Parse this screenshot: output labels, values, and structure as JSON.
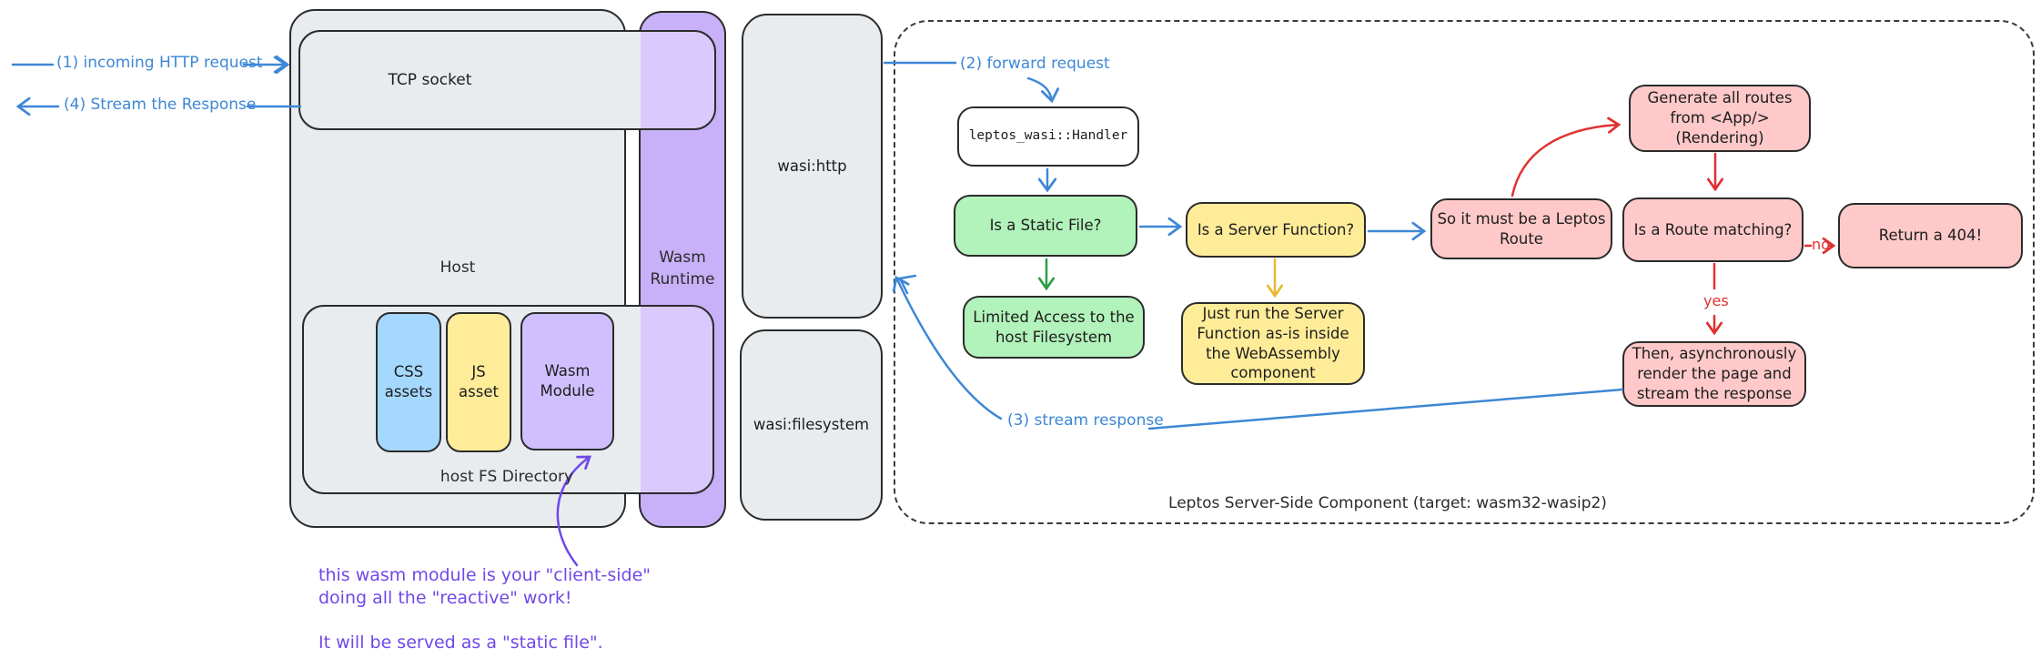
{
  "host": {
    "title": "Host",
    "tcp_socket": "TCP socket",
    "fs_directory": "host FS Directory",
    "css_assets": "CSS\nassets",
    "js_asset": "JS\nasset",
    "wasm_module": "Wasm\nModule"
  },
  "runtime": {
    "title": "Wasm\nRuntime"
  },
  "wasi": {
    "http": "wasi:http",
    "filesystem": "wasi:filesystem"
  },
  "component": {
    "caption": "Leptos Server-Side Component (target: wasm32-wasip2)",
    "handler": "leptos_wasi::Handler",
    "static_question": "Is a Static File?",
    "limited_access": "Limited Access to the\nhost Filesystem",
    "server_fn_question": "Is a Server Function?",
    "run_server_fn": "Just run the Server\nFunction as-is inside\nthe WebAssembly\ncomponent",
    "leptos_route": "So it must be a Leptos\nRoute",
    "generate_routes": "Generate all routes\nfrom <App/>\n(Rendering)",
    "route_matching_question": "Is a Route matching?",
    "return_404": "Return a 404!",
    "render_stream": "Then, asynchronously\nrender the page and\nstream the response"
  },
  "flow_labels": {
    "step1": "(1) incoming HTTP request",
    "step2": "(2) forward request",
    "step3": "(3) stream response",
    "step4": "(4) Stream the Response",
    "yes": "yes",
    "no": "no"
  },
  "note": "this wasm module is your \"client-side\"\ndoing all the \"reactive\" work!\n\nIt will be served as a \"static file\".",
  "colors": {
    "arrow_blue": "#3d87d6",
    "arrow_red": "#e03131",
    "arrow_green": "#2f9e44",
    "arrow_yellow": "#e8b931",
    "arrow_purple": "#7048e8",
    "fill_gray": "#e9ecef",
    "fill_green": "#b2f2bb",
    "fill_yellow": "#ffec99",
    "fill_pink": "#ffc9c9",
    "fill_blue": "#a5d8ff",
    "fill_purple": "#d0bfff",
    "runtime_bar": "#c8b1f8",
    "stroke": "#2b2b2b"
  }
}
